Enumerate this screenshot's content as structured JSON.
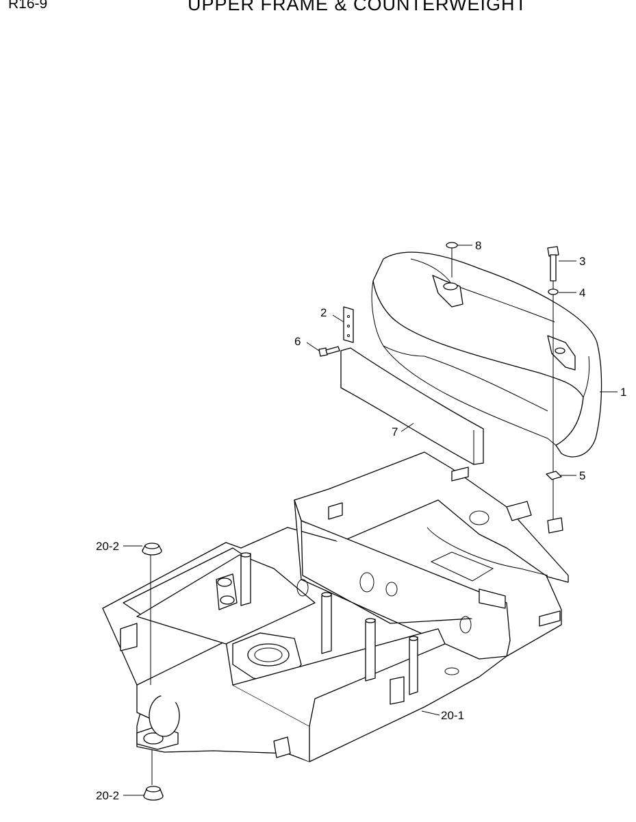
{
  "header": {
    "page_code": "R16-9",
    "title": "UPPER FRAME & COUNTERWEIGHT"
  },
  "callouts": {
    "c1": "1",
    "c2": "2",
    "c3": "3",
    "c4": "4",
    "c5": "5",
    "c6": "6",
    "c7": "7",
    "c8": "8",
    "c20_1": "20-1",
    "c20_2_top": "20-2",
    "c20_2_bottom": "20-2"
  }
}
